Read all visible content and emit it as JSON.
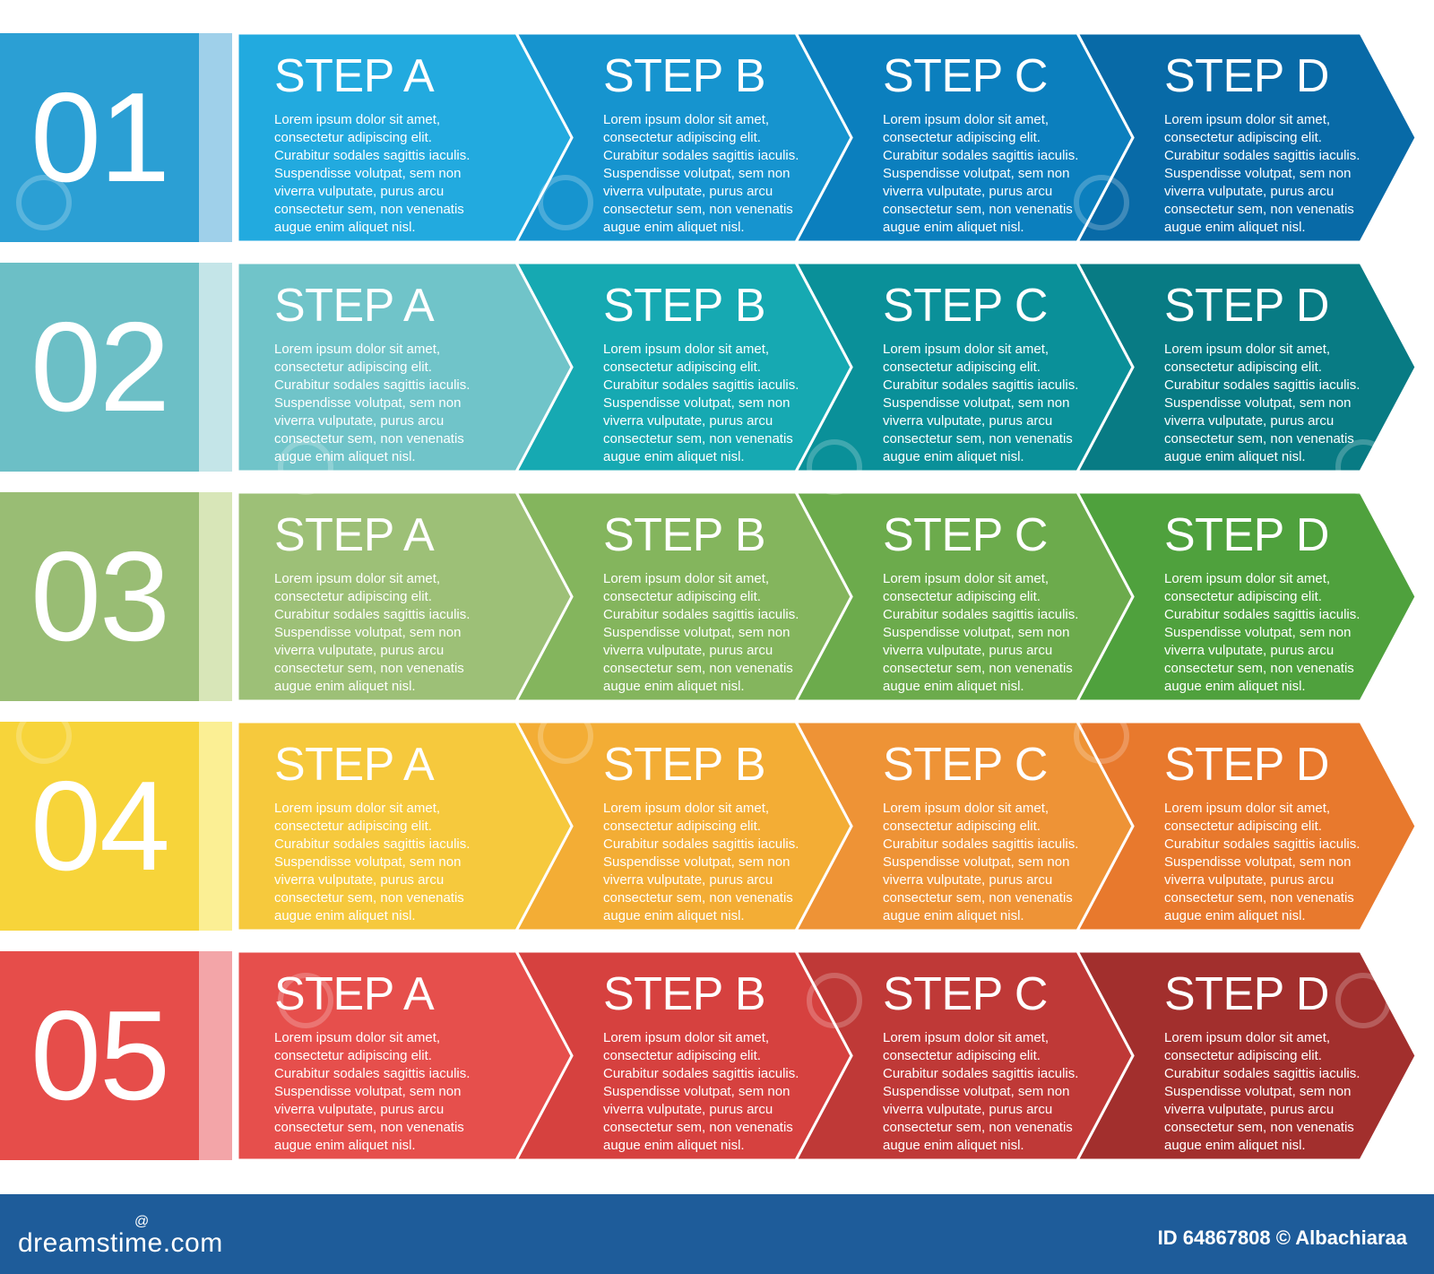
{
  "rows": [
    {
      "number": "01",
      "colors": {
        "number": "#2b9fd4",
        "stripe": "#9fd0ea",
        "steps": [
          "#22aadf",
          "#1694cf",
          "#0b7fbe",
          "#086aa7"
        ]
      },
      "steps": [
        {
          "title": "STEP A",
          "body": "Lorem ipsum dolor sit amet,\nconsectetur adipiscing elit.\nCurabitur sodales sagittis iaculis.\nSuspendisse volutpat, sem non\nviverra vulputate, purus arcu\nconsectetur sem, non venenatis\naugue enim aliquet nisl."
        },
        {
          "title": "STEP B",
          "body": "Lorem ipsum dolor sit amet,\nconsectetur adipiscing elit.\nCurabitur sodales sagittis iaculis.\nSuspendisse volutpat, sem non\nviverra vulputate, purus arcu\nconsectetur sem, non venenatis\naugue enim aliquet nisl."
        },
        {
          "title": "STEP C",
          "body": "Lorem ipsum dolor sit amet,\nconsectetur adipiscing elit.\nCurabitur sodales sagittis iaculis.\nSuspendisse volutpat, sem non\nviverra vulputate, purus arcu\nconsectetur sem, non venenatis\naugue enim aliquet nisl."
        },
        {
          "title": "STEP D",
          "body": "Lorem ipsum dolor sit amet,\nconsectetur adipiscing elit.\nCurabitur sodales sagittis iaculis.\nSuspendisse volutpat, sem non\nviverra vulputate, purus arcu\nconsectetur sem, non venenatis\naugue enim aliquet nisl."
        }
      ]
    },
    {
      "number": "02",
      "colors": {
        "number": "#6cbfc6",
        "stripe": "#c4e5e8",
        "steps": [
          "#70c4c9",
          "#16a9b2",
          "#0a9099",
          "#087b84"
        ]
      },
      "steps": [
        {
          "title": "STEP A",
          "body": "Lorem ipsum dolor sit amet,\nconsectetur adipiscing elit.\nCurabitur sodales sagittis iaculis.\nSuspendisse volutpat, sem non\nviverra vulputate, purus arcu\nconsectetur sem, non venenatis\naugue enim aliquet nisl."
        },
        {
          "title": "STEP B",
          "body": "Lorem ipsum dolor sit amet,\nconsectetur adipiscing elit.\nCurabitur sodales sagittis iaculis.\nSuspendisse volutpat, sem non\nviverra vulputate, purus arcu\nconsectetur sem, non venenatis\naugue enim aliquet nisl."
        },
        {
          "title": "STEP C",
          "body": "Lorem ipsum dolor sit amet,\nconsectetur adipiscing elit.\nCurabitur sodales sagittis iaculis.\nSuspendisse volutpat, sem non\nviverra vulputate, purus arcu\nconsectetur sem, non venenatis\naugue enim aliquet nisl."
        },
        {
          "title": "STEP D",
          "body": "Lorem ipsum dolor sit amet,\nconsectetur adipiscing elit.\nCurabitur sodales sagittis iaculis.\nSuspendisse volutpat, sem non\nviverra vulputate, purus arcu\nconsectetur sem, non venenatis\naugue enim aliquet nisl."
        }
      ]
    },
    {
      "number": "03",
      "colors": {
        "number": "#99bd74",
        "stripe": "#d8e6b8",
        "steps": [
          "#9dc077",
          "#84b55d",
          "#6cab4c",
          "#4fa13d"
        ]
      },
      "steps": [
        {
          "title": "STEP A",
          "body": "Lorem ipsum dolor sit amet,\nconsectetur adipiscing elit.\nCurabitur sodales sagittis iaculis.\nSuspendisse volutpat, sem non\nviverra vulputate, purus arcu\nconsectetur sem, non venenatis\naugue enim aliquet nisl."
        },
        {
          "title": "STEP B",
          "body": "Lorem ipsum dolor sit amet,\nconsectetur adipiscing elit.\nCurabitur sodales sagittis iaculis.\nSuspendisse volutpat, sem non\nviverra vulputate, purus arcu\nconsectetur sem, non venenatis\naugue enim aliquet nisl."
        },
        {
          "title": "STEP C",
          "body": "Lorem ipsum dolor sit amet,\nconsectetur adipiscing elit.\nCurabitur sodales sagittis iaculis.\nSuspendisse volutpat, sem non\nviverra vulputate, purus arcu\nconsectetur sem, non venenatis\naugue enim aliquet nisl."
        },
        {
          "title": "STEP D",
          "body": "Lorem ipsum dolor sit amet,\nconsectetur adipiscing elit.\nCurabitur sodales sagittis iaculis.\nSuspendisse volutpat, sem non\nviverra vulputate, purus arcu\nconsectetur sem, non venenatis\naugue enim aliquet nisl."
        }
      ]
    },
    {
      "number": "04",
      "colors": {
        "number": "#f7d43a",
        "stripe": "#fbef94",
        "steps": [
          "#f6c93d",
          "#f3ad35",
          "#ee9336",
          "#e8792d"
        ]
      },
      "steps": [
        {
          "title": "STEP A",
          "body": "Lorem ipsum dolor sit amet,\nconsectetur adipiscing elit.\nCurabitur sodales sagittis iaculis.\nSuspendisse volutpat, sem non\nviverra vulputate, purus arcu\nconsectetur sem, non venenatis\naugue enim aliquet nisl."
        },
        {
          "title": "STEP B",
          "body": "Lorem ipsum dolor sit amet,\nconsectetur adipiscing elit.\nCurabitur sodales sagittis iaculis.\nSuspendisse volutpat, sem non\nviverra vulputate, purus arcu\nconsectetur sem, non venenatis\naugue enim aliquet nisl."
        },
        {
          "title": "STEP C",
          "body": "Lorem ipsum dolor sit amet,\nconsectetur adipiscing elit.\nCurabitur sodales sagittis iaculis.\nSuspendisse volutpat, sem non\nviverra vulputate, purus arcu\nconsectetur sem, non venenatis\naugue enim aliquet nisl."
        },
        {
          "title": "STEP D",
          "body": "Lorem ipsum dolor sit amet,\nconsectetur adipiscing elit.\nCurabitur sodales sagittis iaculis.\nSuspendisse volutpat, sem non\nviverra vulputate, purus arcu\nconsectetur sem, non venenatis\naugue enim aliquet nisl."
        }
      ]
    },
    {
      "number": "05",
      "colors": {
        "number": "#e64d4a",
        "stripe": "#f3a5a8",
        "steps": [
          "#e64f4c",
          "#d6413f",
          "#bf3937",
          "#a22f2d"
        ]
      },
      "steps": [
        {
          "title": "STEP A",
          "body": "Lorem ipsum dolor sit amet,\nconsectetur adipiscing elit.\nCurabitur sodales sagittis iaculis.\nSuspendisse volutpat, sem non\nviverra vulputate, purus arcu\nconsectetur sem, non venenatis\naugue enim aliquet nisl."
        },
        {
          "title": "STEP B",
          "body": "Lorem ipsum dolor sit amet,\nconsectetur adipiscing elit.\nCurabitur sodales sagittis iaculis.\nSuspendisse volutpat, sem non\nviverra vulputate, purus arcu\nconsectetur sem, non venenatis\naugue enim aliquet nisl."
        },
        {
          "title": "STEP C",
          "body": "Lorem ipsum dolor sit amet,\nconsectetur adipiscing elit.\nCurabitur sodales sagittis iaculis.\nSuspendisse volutpat, sem non\nviverra vulputate, purus arcu\nconsectetur sem, non venenatis\naugue enim aliquet nisl."
        },
        {
          "title": "STEP D",
          "body": "Lorem ipsum dolor sit amet,\nconsectetur adipiscing elit.\nCurabitur sodales sagittis iaculis.\nSuspendisse volutpat, sem non\nviverra vulputate, purus arcu\nconsectetur sem, non venenatis\naugue enim aliquet nisl."
        }
      ]
    }
  ],
  "footer": {
    "logo": "dreamstime.com",
    "image_id": "ID 64867808 © Albachiaraa",
    "background": "#1e5c9a"
  }
}
